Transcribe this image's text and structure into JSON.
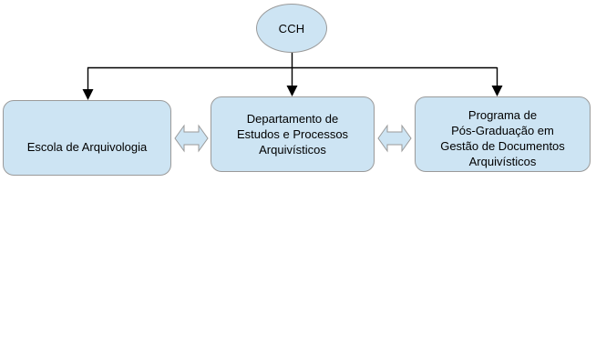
{
  "diagram": {
    "type": "organizational-hierarchy",
    "background_color": "#ffffff",
    "node_fill_color": "#cde4f3",
    "node_border_color": "#9a9a9a",
    "connector_color": "#000000",
    "root": {
      "id": "cch",
      "label": "CCH",
      "shape": "ellipse"
    },
    "children": [
      {
        "id": "escola",
        "label": "Escola de Arquivologia",
        "shape": "rounded-rectangle"
      },
      {
        "id": "departamento",
        "label": "Departamento de\nEstudos e Processos\nArquivísticos",
        "shape": "rounded-rectangle"
      },
      {
        "id": "programa",
        "label": "Programa de\nPós-Graduação em\nGestão de Documentos\nArquivísticos",
        "shape": "rounded-rectangle"
      }
    ],
    "connectors": [
      {
        "id": "cch-to-escola",
        "from": "cch",
        "to": "escola",
        "style": "elbow-arrow",
        "direction": "one-way"
      },
      {
        "id": "cch-to-departamento",
        "from": "cch",
        "to": "departamento",
        "style": "straight-arrow",
        "direction": "one-way"
      },
      {
        "id": "cch-to-programa",
        "from": "cch",
        "to": "programa",
        "style": "elbow-arrow",
        "direction": "one-way"
      },
      {
        "id": "escola-departamento-link",
        "from": "escola",
        "to": "departamento",
        "style": "block-arrow",
        "direction": "two-way"
      },
      {
        "id": "departamento-programa-link",
        "from": "departamento",
        "to": "programa",
        "style": "block-arrow",
        "direction": "two-way"
      }
    ]
  }
}
